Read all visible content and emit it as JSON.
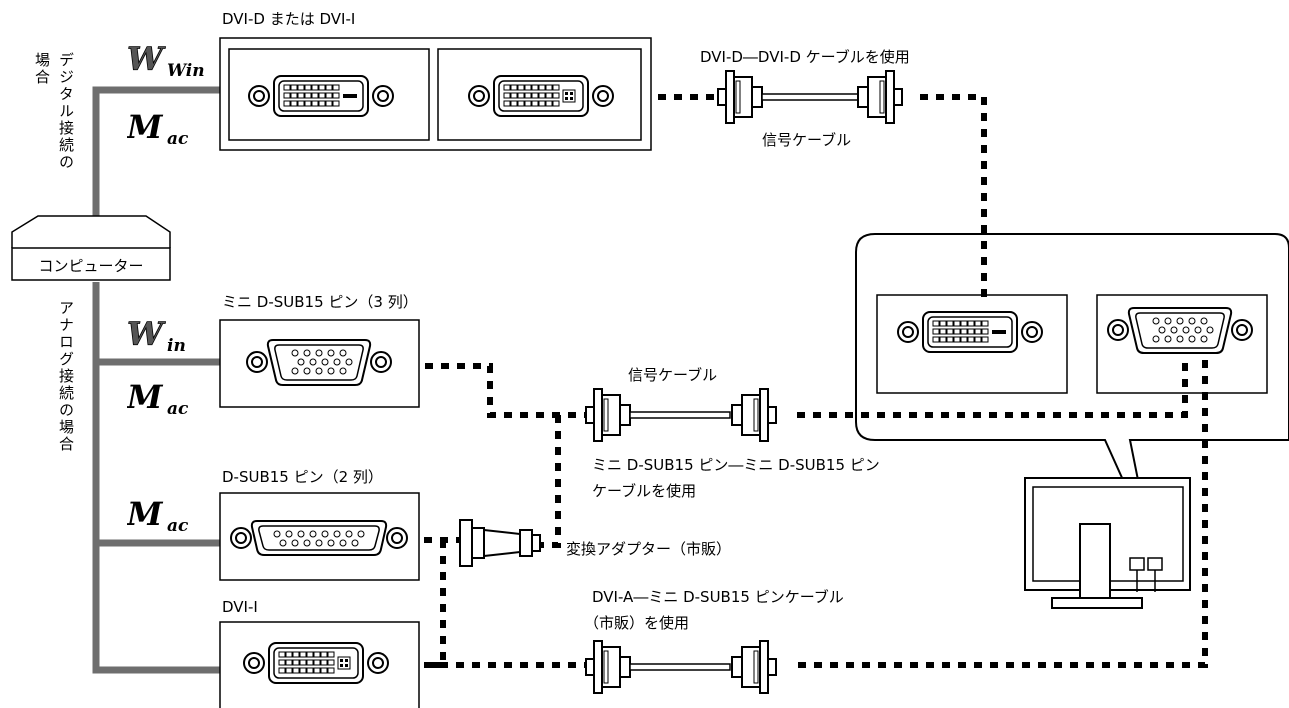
{
  "labels": {
    "dvi_d_or_dvi_i": "DVI-D または DVI-I",
    "dvi_d_cable": "DVI-D―DVI-D ケーブルを使用",
    "signal_cable_1": "信号ケーブル",
    "computer": "コンピューター",
    "digital_case_line1": "デジタル接続の",
    "digital_case_line2": "場合",
    "analog_case": "アナログ接続の場合",
    "mini_dsub_3row": "ミニ D-SUB15 ピン（3 列）",
    "signal_cable_2": "信号ケーブル",
    "mini_dsub_cable_line1": "ミニ D-SUB15 ピン―ミニ D-SUB15 ピン",
    "mini_dsub_cable_line2": "ケーブルを使用",
    "dsub_2row": "D-SUB15 ピン（2 列）",
    "adapter": "変換アダプター（市販）",
    "dvi_i": "DVI-I",
    "dvi_a_cable_line1": "DVI-A―ミニ D-SUB15 ピンケーブル",
    "dvi_a_cable_line2": "（市販）を使用"
  },
  "logos": {
    "windows_text": "Win",
    "mac_text": "Mac"
  },
  "colors": {
    "trunk": "#6e6e6e",
    "line": "#000000",
    "background": "#ffffff"
  },
  "icons": [
    "windows-logo-icon",
    "mac-logo-icon",
    "dvi-port-icon",
    "vga-port-icon",
    "dsub-port-icon",
    "signal-cable-icon",
    "adapter-icon",
    "monitor-icon"
  ]
}
